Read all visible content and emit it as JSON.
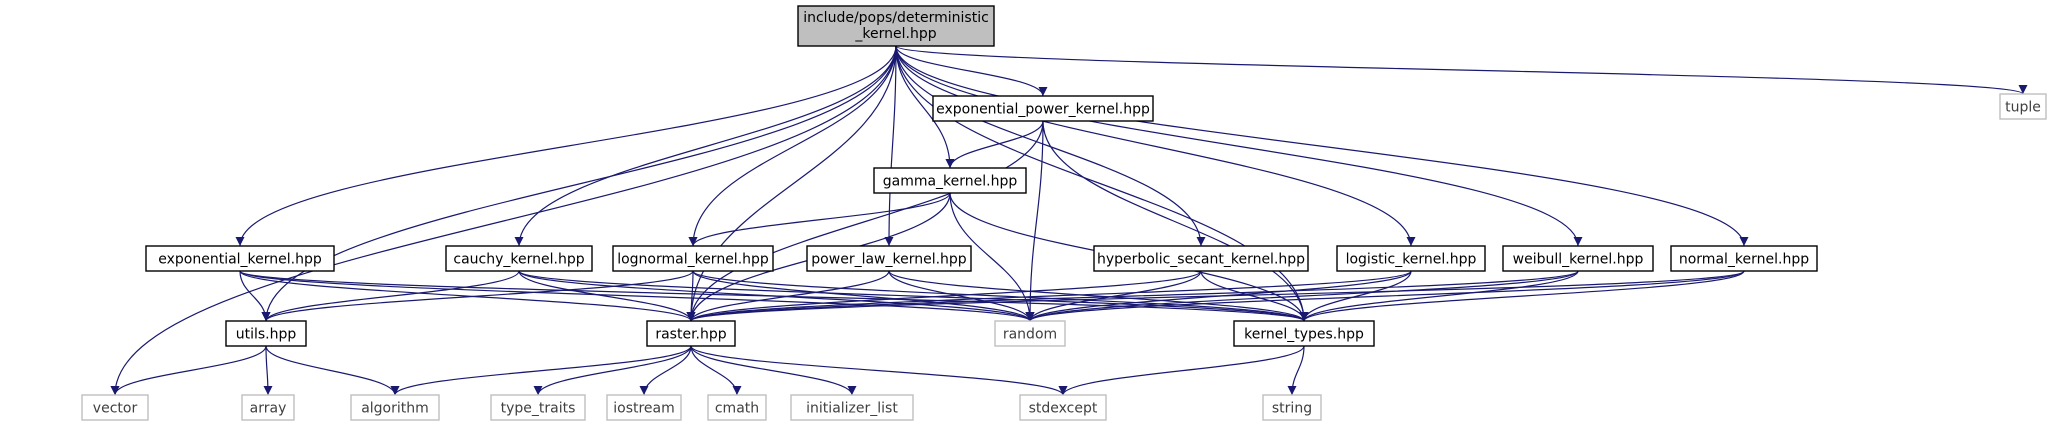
{
  "colors": {
    "edge": "#191970",
    "root_fill": "#bfbfbf",
    "node_border": "#000000",
    "system_border": "#bfbfbf",
    "system_text": "#404040"
  },
  "nodes": {
    "deterministic_kernel": {
      "lines": [
        "include/pops/deterministic",
        "_kernel.hpp"
      ],
      "kind": "root"
    },
    "tuple": {
      "label": "tuple",
      "kind": "system"
    },
    "exponential_power_kernel": {
      "label": "exponential_power_kernel.hpp",
      "kind": "file"
    },
    "gamma_kernel": {
      "label": "gamma_kernel.hpp",
      "kind": "file"
    },
    "exponential_kernel": {
      "label": "exponential_kernel.hpp",
      "kind": "file"
    },
    "cauchy_kernel": {
      "label": "cauchy_kernel.hpp",
      "kind": "file"
    },
    "lognormal_kernel": {
      "label": "lognormal_kernel.hpp",
      "kind": "file"
    },
    "power_law_kernel": {
      "label": "power_law_kernel.hpp",
      "kind": "file"
    },
    "hyperbolic_secant_kernel": {
      "label": "hyperbolic_secant_kernel.hpp",
      "kind": "file"
    },
    "logistic_kernel": {
      "label": "logistic_kernel.hpp",
      "kind": "file"
    },
    "weibull_kernel": {
      "label": "weibull_kernel.hpp",
      "kind": "file"
    },
    "normal_kernel": {
      "label": "normal_kernel.hpp",
      "kind": "file"
    },
    "utils": {
      "label": "utils.hpp",
      "kind": "file"
    },
    "raster": {
      "label": "raster.hpp",
      "kind": "file"
    },
    "random": {
      "label": "random",
      "kind": "system"
    },
    "kernel_types": {
      "label": "kernel_types.hpp",
      "kind": "file"
    },
    "vector": {
      "label": "vector",
      "kind": "system"
    },
    "array": {
      "label": "array",
      "kind": "system"
    },
    "algorithm": {
      "label": "algorithm",
      "kind": "system"
    },
    "type_traits": {
      "label": "type_traits",
      "kind": "system"
    },
    "iostream": {
      "label": "iostream",
      "kind": "system"
    },
    "cmath": {
      "label": "cmath",
      "kind": "system"
    },
    "initializer_list": {
      "label": "initializer_list",
      "kind": "system"
    },
    "stdexcept": {
      "label": "stdexcept",
      "kind": "system"
    },
    "string": {
      "label": "string",
      "kind": "system"
    }
  },
  "edges": [
    [
      "deterministic_kernel",
      "tuple"
    ],
    [
      "deterministic_kernel",
      "exponential_power_kernel"
    ],
    [
      "deterministic_kernel",
      "gamma_kernel"
    ],
    [
      "deterministic_kernel",
      "exponential_kernel"
    ],
    [
      "deterministic_kernel",
      "cauchy_kernel"
    ],
    [
      "deterministic_kernel",
      "lognormal_kernel"
    ],
    [
      "deterministic_kernel",
      "power_law_kernel"
    ],
    [
      "deterministic_kernel",
      "hyperbolic_secant_kernel"
    ],
    [
      "deterministic_kernel",
      "logistic_kernel"
    ],
    [
      "deterministic_kernel",
      "weibull_kernel"
    ],
    [
      "deterministic_kernel",
      "normal_kernel"
    ],
    [
      "deterministic_kernel",
      "utils"
    ],
    [
      "deterministic_kernel",
      "raster"
    ],
    [
      "deterministic_kernel",
      "kernel_types"
    ],
    [
      "deterministic_kernel",
      "vector"
    ],
    [
      "exponential_power_kernel",
      "gamma_kernel"
    ],
    [
      "exponential_power_kernel",
      "raster"
    ],
    [
      "exponential_power_kernel",
      "random"
    ],
    [
      "exponential_power_kernel",
      "kernel_types"
    ],
    [
      "gamma_kernel",
      "lognormal_kernel"
    ],
    [
      "gamma_kernel",
      "raster"
    ],
    [
      "gamma_kernel",
      "random"
    ],
    [
      "gamma_kernel",
      "kernel_types"
    ],
    [
      "exponential_kernel",
      "utils"
    ],
    [
      "exponential_kernel",
      "raster"
    ],
    [
      "exponential_kernel",
      "random"
    ],
    [
      "exponential_kernel",
      "kernel_types"
    ],
    [
      "cauchy_kernel",
      "utils"
    ],
    [
      "cauchy_kernel",
      "raster"
    ],
    [
      "cauchy_kernel",
      "random"
    ],
    [
      "cauchy_kernel",
      "kernel_types"
    ],
    [
      "lognormal_kernel",
      "utils"
    ],
    [
      "lognormal_kernel",
      "raster"
    ],
    [
      "lognormal_kernel",
      "random"
    ],
    [
      "lognormal_kernel",
      "kernel_types"
    ],
    [
      "power_law_kernel",
      "raster"
    ],
    [
      "power_law_kernel",
      "random"
    ],
    [
      "power_law_kernel",
      "kernel_types"
    ],
    [
      "hyperbolic_secant_kernel",
      "raster"
    ],
    [
      "hyperbolic_secant_kernel",
      "random"
    ],
    [
      "hyperbolic_secant_kernel",
      "kernel_types"
    ],
    [
      "logistic_kernel",
      "raster"
    ],
    [
      "logistic_kernel",
      "random"
    ],
    [
      "logistic_kernel",
      "kernel_types"
    ],
    [
      "weibull_kernel",
      "raster"
    ],
    [
      "weibull_kernel",
      "random"
    ],
    [
      "weibull_kernel",
      "kernel_types"
    ],
    [
      "normal_kernel",
      "raster"
    ],
    [
      "normal_kernel",
      "random"
    ],
    [
      "normal_kernel",
      "kernel_types"
    ],
    [
      "utils",
      "vector"
    ],
    [
      "utils",
      "array"
    ],
    [
      "utils",
      "algorithm"
    ],
    [
      "raster",
      "algorithm"
    ],
    [
      "raster",
      "type_traits"
    ],
    [
      "raster",
      "iostream"
    ],
    [
      "raster",
      "cmath"
    ],
    [
      "raster",
      "initializer_list"
    ],
    [
      "raster",
      "stdexcept"
    ],
    [
      "kernel_types",
      "stdexcept"
    ],
    [
      "kernel_types",
      "string"
    ]
  ]
}
